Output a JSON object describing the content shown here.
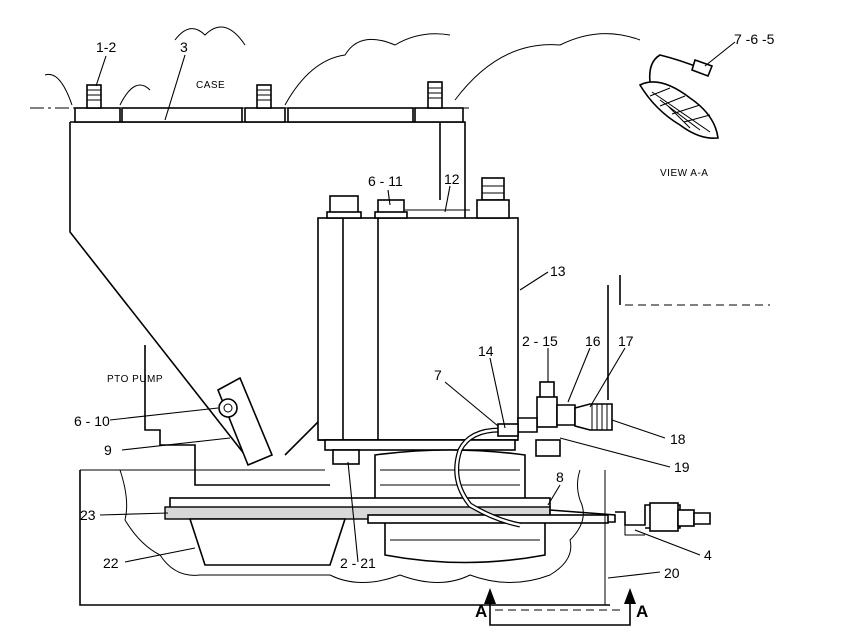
{
  "labels": {
    "case": "CASE",
    "pto_pump": "PTO PUMP",
    "view": "VIEW A-A",
    "c_1_2": "1-2",
    "c_3": "3",
    "c_7_6_5": "7 -6 -5",
    "c_6_11": "6 - 11",
    "c_12": "12",
    "c_13": "13",
    "c_2_15": "2 - 15",
    "c_16": "16",
    "c_17": "17",
    "c_14": "14",
    "c_7": "7",
    "c_18": "18",
    "c_19": "19",
    "c_6_10": "6 - 10",
    "c_9": "9",
    "c_8": "8",
    "c_23": "23",
    "c_22": "22",
    "c_2_21": "2 - 21",
    "c_20": "20",
    "c_4": "4",
    "sec_a_left": "A",
    "sec_a_right": "A"
  }
}
